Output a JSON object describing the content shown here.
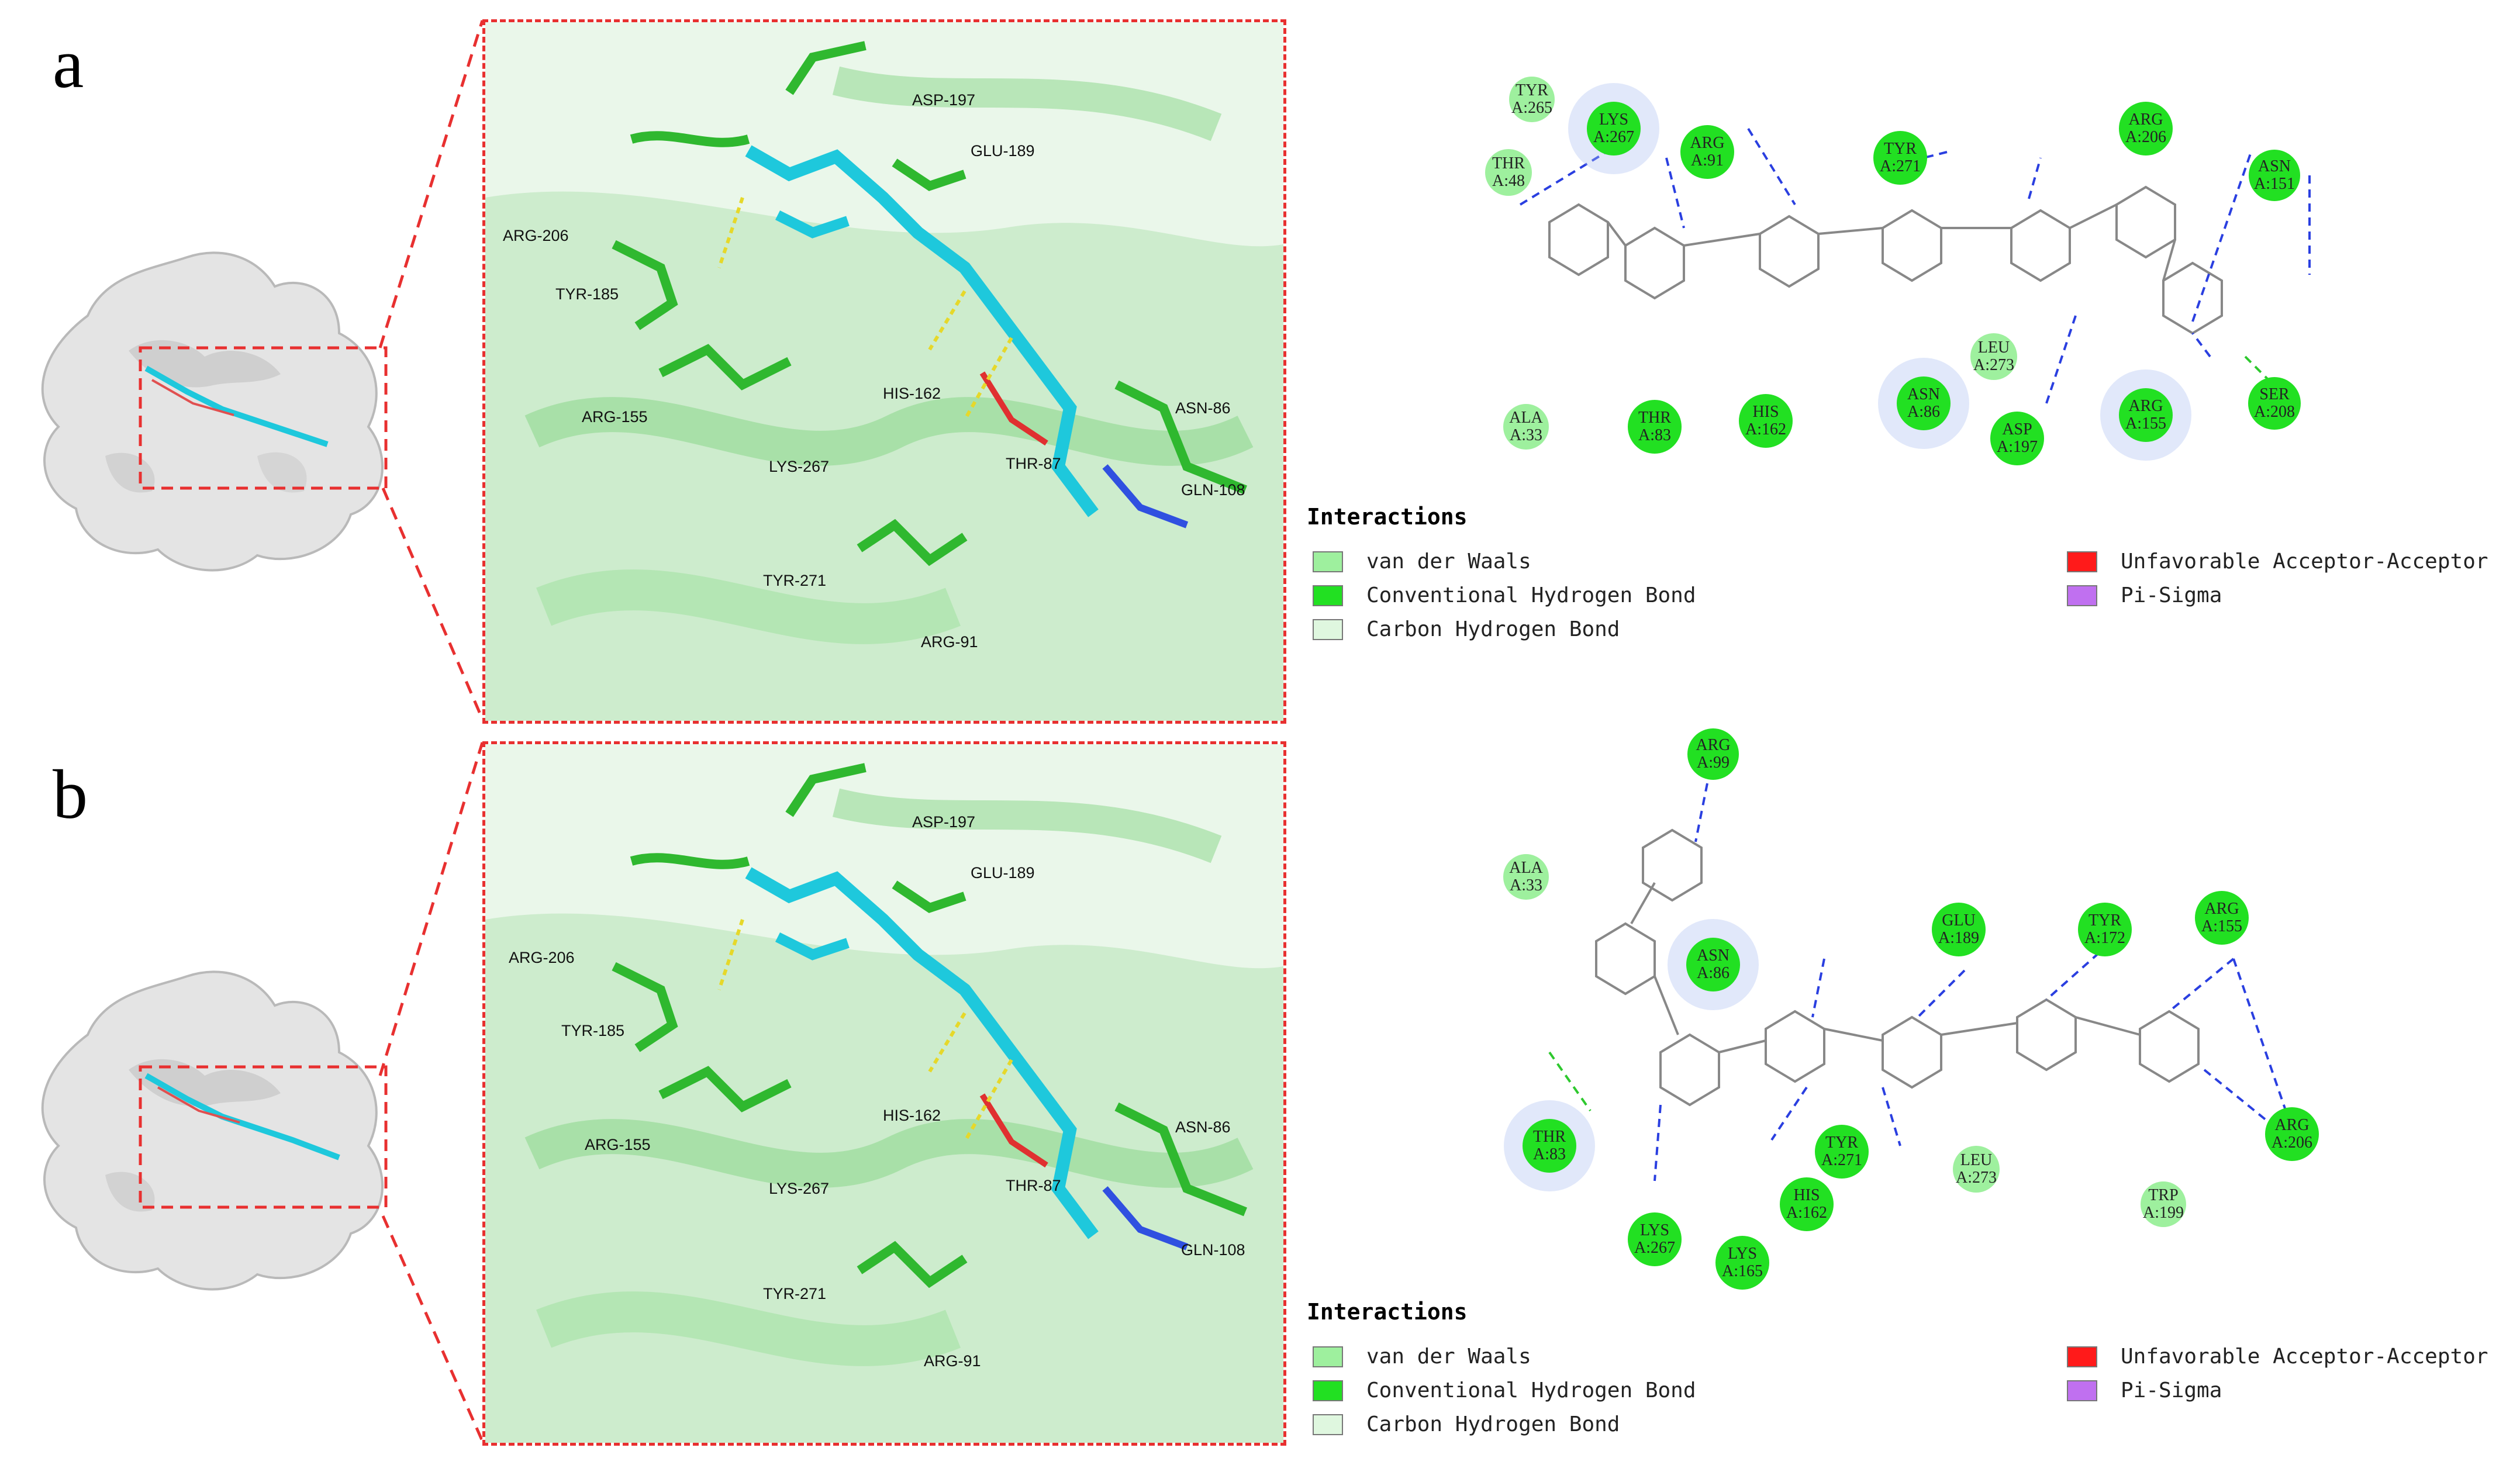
{
  "panels": [
    {
      "letter": "a",
      "residue_labels": [
        "ASP-197",
        "GLU-189",
        "ARG-206",
        "TYR-185",
        "ARG-155",
        "HIS-162",
        "ASN-86",
        "LYS-267",
        "THR-87",
        "GLN-108",
        "TYR-271",
        "ARG-91"
      ],
      "residues": [
        {
          "name": "TYR",
          "num": "A:265",
          "type": "vdw"
        },
        {
          "name": "THR",
          "num": "A:48",
          "type": "vdw"
        },
        {
          "name": "LYS",
          "num": "A:267",
          "type": "hb"
        },
        {
          "name": "ARG",
          "num": "A:91",
          "type": "hb"
        },
        {
          "name": "TYR",
          "num": "A:271",
          "type": "hb"
        },
        {
          "name": "ARG",
          "num": "A:206",
          "type": "hb"
        },
        {
          "name": "ASN",
          "num": "A:151",
          "type": "hb"
        },
        {
          "name": "LEU",
          "num": "A:273",
          "type": "vdw"
        },
        {
          "name": "ALA",
          "num": "A:33",
          "type": "vdw"
        },
        {
          "name": "THR",
          "num": "A:83",
          "type": "hb"
        },
        {
          "name": "HIS",
          "num": "A:162",
          "type": "hb"
        },
        {
          "name": "ASN",
          "num": "A:86",
          "type": "hb"
        },
        {
          "name": "ASP",
          "num": "A:197",
          "type": "hb"
        },
        {
          "name": "ARG",
          "num": "A:155",
          "type": "hb"
        },
        {
          "name": "SER",
          "num": "A:208",
          "type": "hb"
        }
      ],
      "legend": {
        "title": "Interactions",
        "items": [
          "van der Waals",
          "Conventional Hydrogen Bond",
          "Carbon Hydrogen Bond",
          "Unfavorable Acceptor-Acceptor",
          "Pi-Sigma"
        ]
      }
    },
    {
      "letter": "b",
      "residue_labels": [
        "ASP-197",
        "GLU-189",
        "ARG-206",
        "TYR-185",
        "ARG-155",
        "HIS-162",
        "ASN-86",
        "LYS-267",
        "THR-87",
        "GLN-108",
        "TYR-271",
        "ARG-91"
      ],
      "residues": [
        {
          "name": "ARG",
          "num": "A:99",
          "type": "hb"
        },
        {
          "name": "ALA",
          "num": "A:33",
          "type": "vdw"
        },
        {
          "name": "ASN",
          "num": "A:86",
          "type": "hb"
        },
        {
          "name": "GLU",
          "num": "A:189",
          "type": "hb"
        },
        {
          "name": "TYR",
          "num": "A:172",
          "type": "hb"
        },
        {
          "name": "ARG",
          "num": "A:155",
          "type": "hb"
        },
        {
          "name": "THR",
          "num": "A:83",
          "type": "hb"
        },
        {
          "name": "TYR",
          "num": "A:271",
          "type": "hb"
        },
        {
          "name": "LEU",
          "num": "A:273",
          "type": "vdw"
        },
        {
          "name": "ARG",
          "num": "A:206",
          "type": "hb"
        },
        {
          "name": "HIS",
          "num": "A:162",
          "type": "hb"
        },
        {
          "name": "TRP",
          "num": "A:199",
          "type": "vdw"
        },
        {
          "name": "LYS",
          "num": "A:267",
          "type": "hb"
        },
        {
          "name": "LYS",
          "num": "A:165",
          "type": "hb"
        }
      ],
      "legend": {
        "title": "Interactions",
        "items": [
          "van der Waals",
          "Conventional Hydrogen Bond",
          "Carbon Hydrogen Bond",
          "Unfavorable Acceptor-Acceptor",
          "Pi-Sigma"
        ]
      }
    }
  ],
  "colors": {
    "vdw": "#9ef09e",
    "hb": "#22e022",
    "carbon_hb": "#dff7df",
    "unfavorable": "#ff1a1a",
    "pi_sigma": "#c070f0",
    "dashed_box": "#e83030",
    "ligand": "#1ec8dc",
    "protein": "#33b833"
  }
}
